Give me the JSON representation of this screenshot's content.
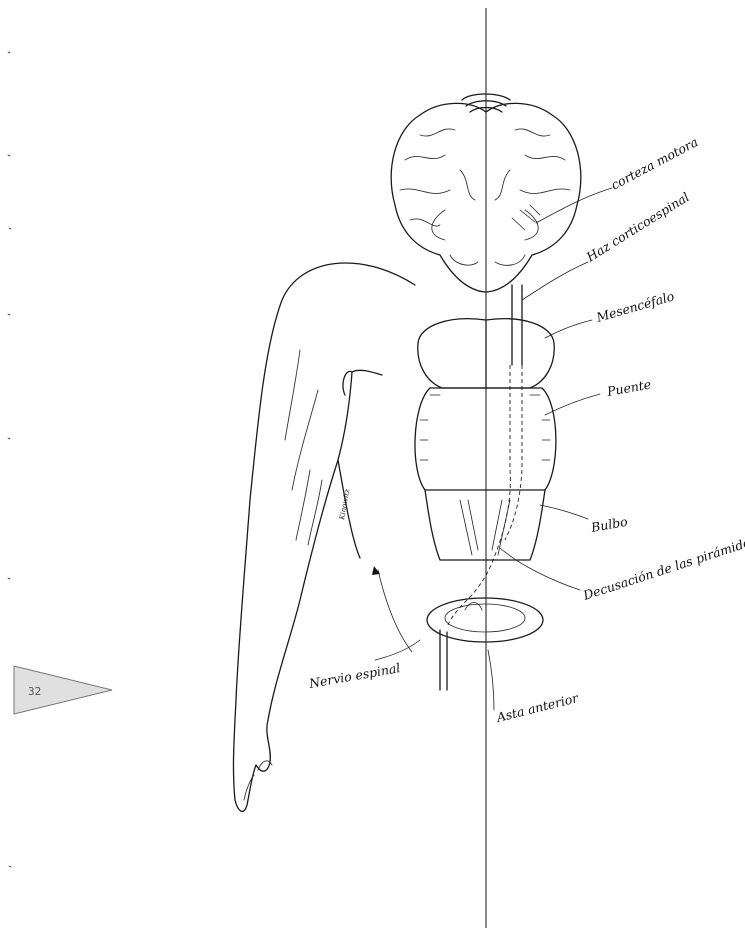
{
  "labels": {
    "corteza": "corteza motora",
    "haz": "Haz corticoespinal",
    "mesencefalo": "Mesencéfalo",
    "puente": "Puente",
    "bulbo": "Bulbo",
    "decusacion": "Decusación de las pirámides",
    "nervio": "Nervio espinal",
    "asta": "Asta anterior"
  },
  "signature": "Kinowitz",
  "page_marker": "32",
  "icons": [
    "page-marker-triangle-icon"
  ]
}
